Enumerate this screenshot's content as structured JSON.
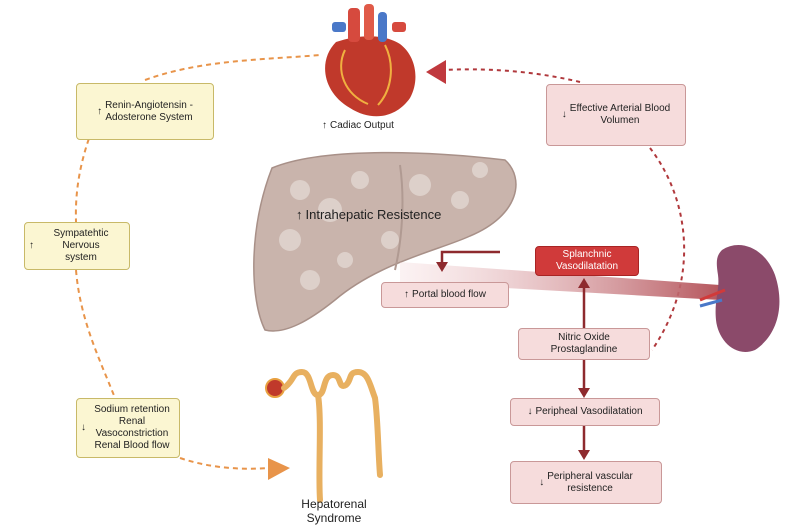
{
  "colors": {
    "left_cycle": "#e8944a",
    "right_cycle": "#b0383c",
    "arrow_dark": "#8e2a2e",
    "yellow_box": "#fbf6d2",
    "pink_box": "#f6dcdc",
    "red_box": "#d03a3a"
  },
  "icons": [
    "heart-icon",
    "liver-icon",
    "spleen-icon",
    "kidney-nephron-icon"
  ],
  "labels": {
    "cardiac_output": "Cadiac Output",
    "intrahepatic": "Intrahepatic Resistence",
    "hepatorenal": "Hepatorenal\nSyndrome"
  },
  "boxes": {
    "raas": "Renin-Angiotensin -\nAdosterone System",
    "sympathetic": "Sympatehtic Nervous\nsystem",
    "sodium": "Sodium retention\nRenal Vasoconstriction\nRenal Blood flow",
    "effective_arterial": "Effective Arterial Blood\nVolumen",
    "splanchnic": "Splanchnic\nVasodilatation",
    "portal_flow": "Portal blood flow",
    "nitric_oxide": "Nitric Oxide\nProstaglandine",
    "peripheral_vasodil": "Peripheal Vasodilatation",
    "peripheral_resist": "Peripheral vascular\nresistence"
  }
}
